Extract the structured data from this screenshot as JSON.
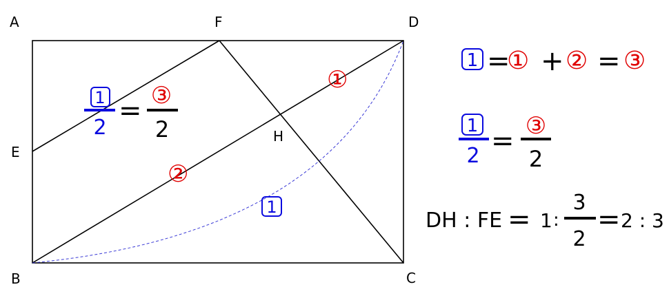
{
  "figure": {
    "points": {
      "A": "A",
      "F": "F",
      "D": "D",
      "E": "E",
      "H": "H",
      "B": "B",
      "C": "C"
    },
    "segment_labels": {
      "red_one_on_HD": "①",
      "red_two_on_BH": "②",
      "blue_one_in_triangle": "1"
    },
    "inner_fraction": {
      "numerator": "1",
      "denominator": "2",
      "equals": "=",
      "rhs_numerator": "③",
      "rhs_denominator": "2"
    }
  },
  "work": {
    "line1": {
      "boxed_one": "1",
      "eq1": "=",
      "term1": "①",
      "plus": "+",
      "term2": "②",
      "eq2": "=",
      "term3": "③"
    },
    "line2": {
      "numerator": "1",
      "denominator": "2",
      "equals": "=",
      "rhs_numerator": "③",
      "rhs_denominator": "2"
    },
    "line3": {
      "lhs": "DH : FE",
      "eq1": "=",
      "one": "1",
      "colon": ":",
      "frac_num": "3",
      "frac_den": "2",
      "eq2": "=",
      "result": "2 : 3"
    }
  },
  "colors": {
    "blue": "#0a0adf",
    "red": "#e00000",
    "line": "#000000",
    "dashed": "#3a3ad6"
  }
}
